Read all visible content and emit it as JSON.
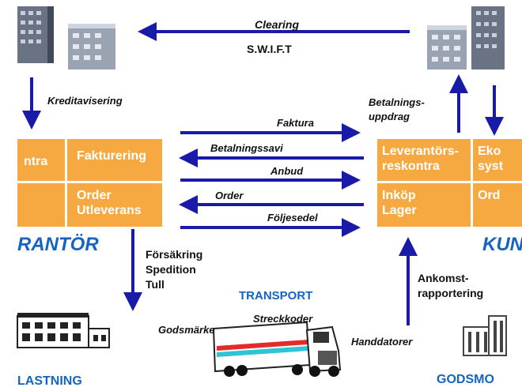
{
  "top": {
    "clearing": "Clearing",
    "swift": "S.W.I.F.T",
    "kreditavisering": "Kreditavisering",
    "betalningsuppdrag": [
      "Betalnings-",
      "uppdrag"
    ]
  },
  "flows": {
    "faktura": "Faktura",
    "betalningssavi": "Betalningssavi",
    "anbud": "Anbud",
    "order": "Order",
    "foljesedel": "Följesedel"
  },
  "left_boxes": {
    "top_left": "ntra",
    "top_right": "Fakturering",
    "bottom_right": [
      "Order",
      "Utleverans"
    ]
  },
  "right_boxes": {
    "top_left": [
      "Leverantörs-",
      "reskontra"
    ],
    "top_right": [
      "Eko",
      "syst"
    ],
    "bottom_left": [
      "Inköp",
      "Lager"
    ],
    "bottom_right": "Ord"
  },
  "parties": {
    "left": "RANTÖR",
    "right": "KUN"
  },
  "transport": {
    "title": "TRANSPORT",
    "services": [
      "Försäkring",
      "Spedition",
      "Tull"
    ],
    "godsmarke": "Godsmärke",
    "streckkoder": "Streckkoder",
    "handdatorer": "Handdatorer",
    "ankomst": [
      "Ankomst-",
      "rapportering"
    ]
  },
  "bottom": {
    "left": "LASTNING",
    "right": "GODSMO"
  },
  "colors": {
    "arrow": "#1a1aa8",
    "box": "#f7a941",
    "title_blue": "#1565c0"
  }
}
